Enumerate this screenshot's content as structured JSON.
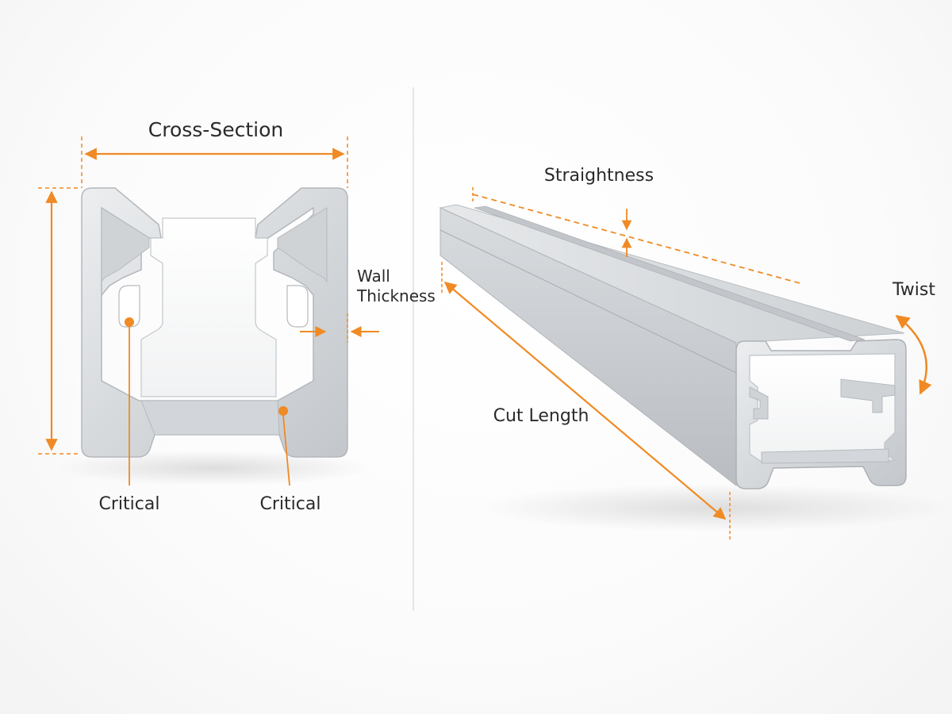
{
  "labels": {
    "cross_section": "Cross-Section",
    "wall_thickness_line1": "Wall",
    "wall_thickness_line2": "Thickness",
    "critical_left": "Critical",
    "critical_right": "Critical",
    "straightness": "Straightness",
    "twist": "Twist",
    "cut_length": "Cut Length"
  },
  "colors": {
    "accent": "#F08A24",
    "metal_light": "#e4e6e8",
    "metal_mid": "#c9ccd0",
    "metal_dark": "#a9adb2",
    "text": "#2a2a2a"
  }
}
